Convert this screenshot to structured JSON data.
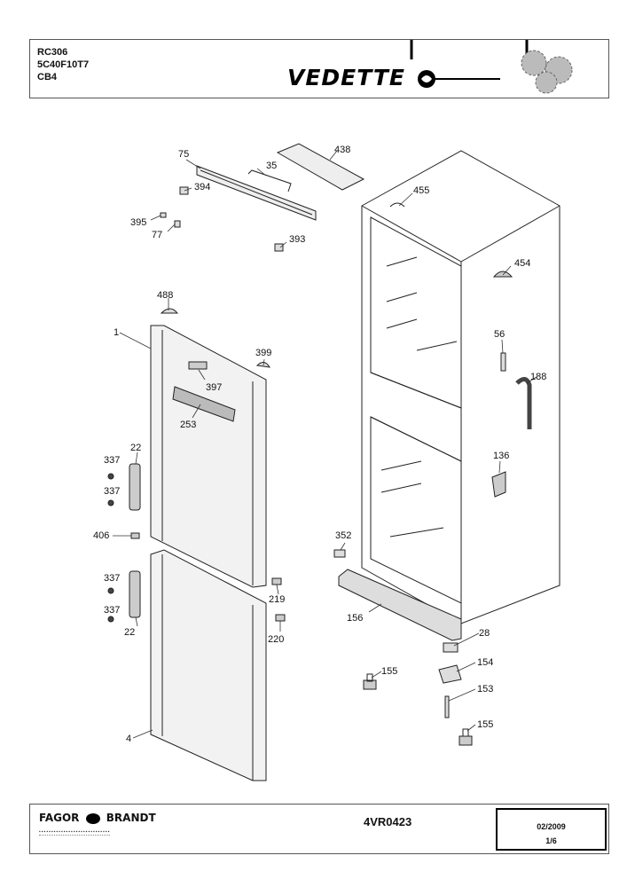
{
  "header": {
    "model": "RC306",
    "code": "5C40F10T7",
    "variant": "CB4",
    "brand": "VEDETTE"
  },
  "footer": {
    "maker": "FAGOR",
    "maker2": "BRANDT",
    "document_number": "4VR0423",
    "date": "02/2009",
    "page": "1/6"
  },
  "parts": {
    "p75": "75",
    "p35": "35",
    "p438": "438",
    "p394": "394",
    "p395": "395",
    "p77": "77",
    "p393": "393",
    "p455": "455",
    "p454": "454",
    "p488": "488",
    "p1": "1",
    "p399": "399",
    "p397": "397",
    "p253": "253",
    "p56": "56",
    "p188": "188",
    "p22a": "22",
    "p337a": "337",
    "p337b": "337",
    "p136": "136",
    "p406": "406",
    "p352": "352",
    "p219": "219",
    "p337c": "337",
    "p337d": "337",
    "p22b": "22",
    "p156": "156",
    "p28": "28",
    "p220": "220",
    "p155a": "155",
    "p154": "154",
    "p153": "153",
    "p155b": "155",
    "p4": "4"
  }
}
